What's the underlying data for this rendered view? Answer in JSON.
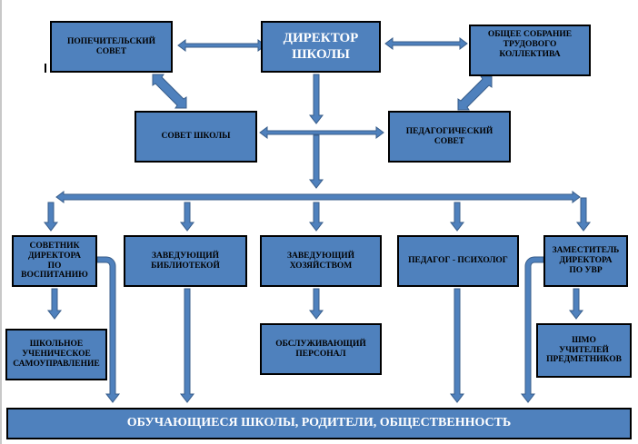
{
  "diagram": {
    "colors": {
      "box_fill": "#4f81bd",
      "box_border": "#000000",
      "arrow_fill": "#4f81bd",
      "arrow_stroke": "#385d8a"
    },
    "nodes": {
      "trustees": "ПОПЕЧИТЕЛЬСКИЙ\nСОВЕТ",
      "director": "ДИРЕКТОР\nШКОЛЫ",
      "general_meeting": "ОБЩЕЕ СОБРАНИЕ\nТРУДОВОГО\nКОЛЛЕКТИВА",
      "school_council": "СОВЕТ ШКОЛЫ",
      "pedagogical_council": "ПЕДАГОГИЧЕСКИЙ\nСОВЕТ",
      "advisor_upbringing": "СОВЕТНИК\nДИРЕКТОРА\nПО\nВОСПИТАНИЮ",
      "head_library": "ЗАВЕДУЮЩИЙ\nБИБЛИОТЕКОЙ",
      "head_household": "ЗАВЕДУЮЩИЙ\nХОЗЯЙСТВОМ",
      "psychologist": "ПЕДАГОГ - ПСИХОЛОГ",
      "deputy_director": "ЗАМЕСТИТЕЛЬ\nДИРЕКТОРА\nПО УВР",
      "student_self_government": "ШКОЛЬНОЕ\nУЧЕНИЧЕСКОЕ\nСАМОУПРАВЛЕНИЕ",
      "service_staff": "ОБСЛУЖИВАЮЩИЙ\nПЕРСОНАЛ",
      "teachers_association": "ШМО\nУЧИТЕЛЕЙ\nПРЕДМЕТНИКОВ",
      "community": "ОБУЧАЮЩИЕСЯ ШКОЛЫ,  РОДИТЕЛИ, ОБЩЕСТВЕННОСТЬ"
    }
  }
}
